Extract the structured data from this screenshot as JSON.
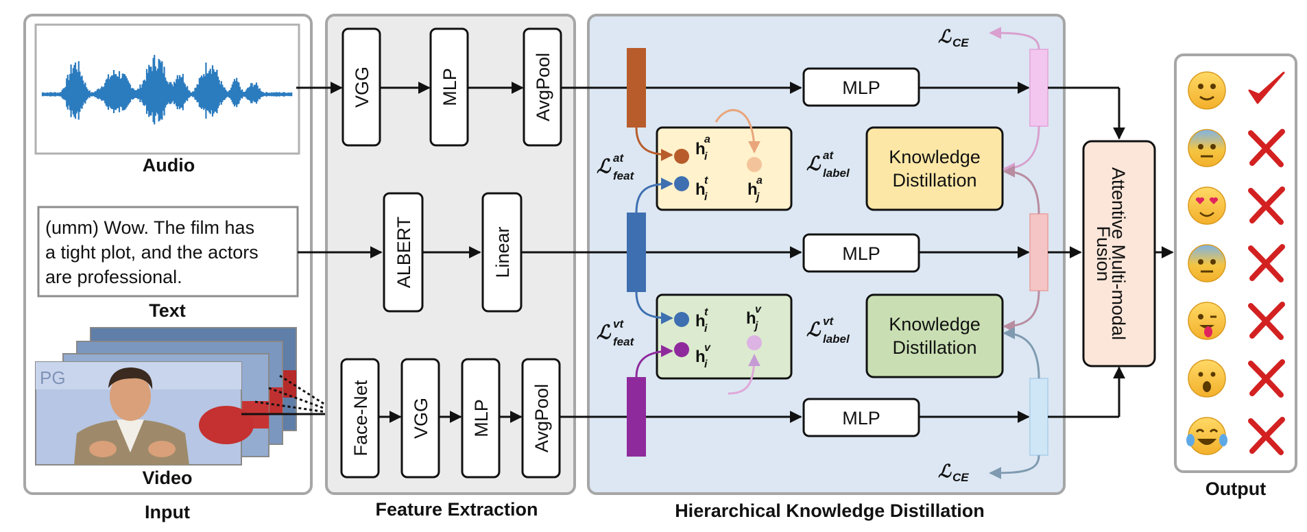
{
  "sections": {
    "input": "Input",
    "feature_extraction": "Feature Extraction",
    "hkd": "Hierarchical Knowledge Distillation",
    "output": "Output"
  },
  "input": {
    "audio_label": "Audio",
    "text_label": "Text",
    "video_label": "Video",
    "text_sample": [
      "(umm) Wow. The film has",
      "a tight plot, and the actors",
      "are professional."
    ]
  },
  "feature_extraction": {
    "audio": [
      "VGG",
      "MLP",
      "AvgPool"
    ],
    "text": [
      "ALBERT",
      "Linear"
    ],
    "video": [
      "Face-Net",
      "VGG",
      "MLP",
      "AvgPool"
    ]
  },
  "hkd": {
    "mlp": "MLP",
    "kd_line1": "Knowledge",
    "kd_line2": "Distillation",
    "loss_ce": "CE",
    "loss_feat_at_sup": "at",
    "loss_feat_vt_sup": "vt",
    "loss_feat_sub": "feat",
    "loss_label_at_sup": "at",
    "loss_label_vt_sup": "vt",
    "loss_label_sub": "label",
    "loss_symbol": "ℒ",
    "h": "h",
    "sub_i": "i",
    "sub_j": "j",
    "sup_a": "a",
    "sup_t": "t",
    "sup_v": "v"
  },
  "fusion": {
    "line1": "Attentive Multi-modal",
    "line2": "Fusion"
  },
  "output": {
    "emojis": [
      {
        "name": "slight-smile-emoji",
        "correct": true
      },
      {
        "name": "anxious-emoji",
        "correct": false
      },
      {
        "name": "heart-eyes-emoji",
        "correct": false
      },
      {
        "name": "anxious-emoji-2",
        "correct": false
      },
      {
        "name": "tongue-wink-emoji",
        "correct": false
      },
      {
        "name": "surprised-emoji",
        "correct": false
      },
      {
        "name": "tears-of-joy-emoji",
        "correct": false
      }
    ]
  },
  "colors": {
    "audio": "#b85c2b",
    "text": "#3e6fb0",
    "video": "#8f2a9c",
    "kd_at_fill": "#fde7a6",
    "kd_vt_fill": "#c9dfb3",
    "feat_at_fill": "#fff2cc",
    "feat_vt_fill": "#dcebcf",
    "hkd_bg": "#dce7f3",
    "fe_bg": "#ebebeb",
    "fusion_fill": "#fbe6d9",
    "audio_wave": "#2b7bbf",
    "cross": "#d32121"
  }
}
